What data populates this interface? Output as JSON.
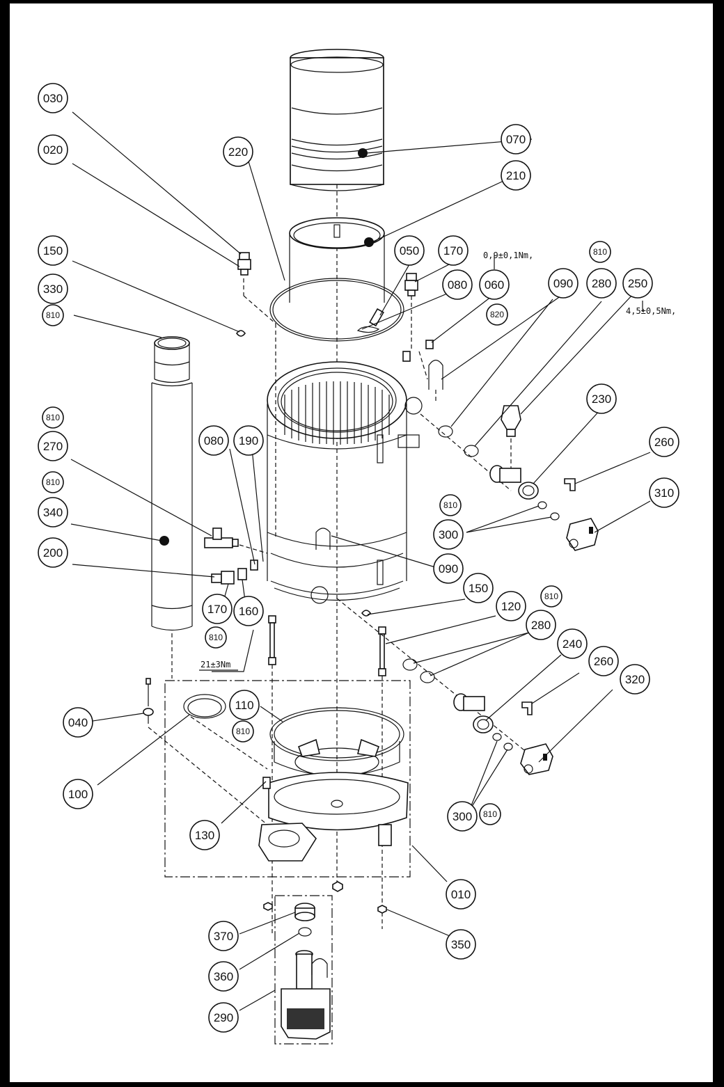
{
  "callouts": [
    {
      "id": "c070",
      "label": "070"
    },
    {
      "id": "c210",
      "label": "210"
    },
    {
      "id": "c220",
      "label": "220"
    },
    {
      "id": "c030",
      "label": "030"
    },
    {
      "id": "c020",
      "label": "020"
    },
    {
      "id": "c150a",
      "label": "150"
    },
    {
      "id": "c330",
      "label": "330"
    },
    {
      "id": "c050",
      "label": "050"
    },
    {
      "id": "c170a",
      "label": "170"
    },
    {
      "id": "c080a",
      "label": "080"
    },
    {
      "id": "c060",
      "label": "060"
    },
    {
      "id": "c090a",
      "label": "090"
    },
    {
      "id": "c280a",
      "label": "280"
    },
    {
      "id": "c250",
      "label": "250"
    },
    {
      "id": "c230",
      "label": "230"
    },
    {
      "id": "c260a",
      "label": "260"
    },
    {
      "id": "c310",
      "label": "310"
    },
    {
      "id": "c300a",
      "label": "300"
    },
    {
      "id": "c270",
      "label": "270"
    },
    {
      "id": "c340",
      "label": "340"
    },
    {
      "id": "c200",
      "label": "200"
    },
    {
      "id": "c080b",
      "label": "080"
    },
    {
      "id": "c190",
      "label": "190"
    },
    {
      "id": "c090b",
      "label": "090"
    },
    {
      "id": "c170b",
      "label": "170"
    },
    {
      "id": "c160",
      "label": "160"
    },
    {
      "id": "c150b",
      "label": "150"
    },
    {
      "id": "c120",
      "label": "120"
    },
    {
      "id": "c280b",
      "label": "280"
    },
    {
      "id": "c240",
      "label": "240"
    },
    {
      "id": "c260b",
      "label": "260"
    },
    {
      "id": "c320",
      "label": "320"
    },
    {
      "id": "c040",
      "label": "040"
    },
    {
      "id": "c110",
      "label": "110"
    },
    {
      "id": "c100",
      "label": "100"
    },
    {
      "id": "c130",
      "label": "130"
    },
    {
      "id": "c300b",
      "label": "300"
    },
    {
      "id": "c010",
      "label": "010"
    },
    {
      "id": "c370",
      "label": "370"
    },
    {
      "id": "c350",
      "label": "350"
    },
    {
      "id": "c360",
      "label": "360"
    },
    {
      "id": "c290",
      "label": "290"
    }
  ],
  "small_callouts": [
    {
      "id": "s810a",
      "label": "810"
    },
    {
      "id": "s820",
      "label": "820"
    },
    {
      "id": "s810b",
      "label": "810"
    },
    {
      "id": "s810c",
      "label": "810"
    },
    {
      "id": "s810d",
      "label": "810"
    },
    {
      "id": "s810e",
      "label": "810"
    },
    {
      "id": "s810f",
      "label": "810"
    },
    {
      "id": "s810g",
      "label": "810"
    },
    {
      "id": "s810h",
      "label": "810"
    },
    {
      "id": "s810i",
      "label": "810"
    }
  ],
  "torque_notes": {
    "t060": "0,9±0,1Nm,",
    "t250": "4,5±0,5Nm,",
    "t160": "21±3Nm"
  }
}
